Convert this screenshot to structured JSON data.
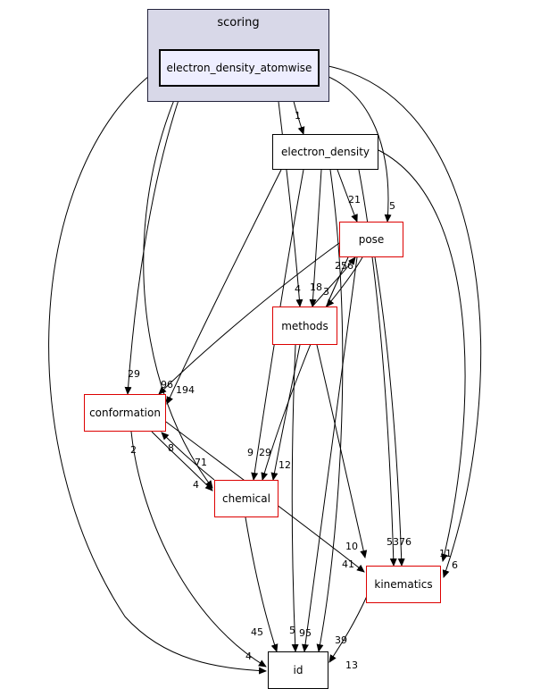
{
  "graph": {
    "cluster_label": "scoring",
    "nodes": {
      "atomwise": "electron_density_atomwise",
      "electron_density": "electron_density",
      "pose": "pose",
      "methods": "methods",
      "conformation": "conformation",
      "chemical": "chemical",
      "kinematics": "kinematics",
      "id": "id"
    },
    "colors": {
      "cluster_fill": "#d8d8e8",
      "inner_node_fill": "#eeeeff",
      "red_node_border": "#dd0000",
      "black_node_border": "#000000",
      "edge_color": "#000000"
    },
    "edge_labels": [
      "1",
      "21",
      "5",
      "256",
      "4",
      "18",
      "3",
      "29",
      "96",
      "194",
      "2",
      "8",
      "71",
      "4",
      "9",
      "29",
      "12",
      "10",
      "41",
      "53",
      "76",
      "11",
      "6",
      "45",
      "5",
      "95",
      "39",
      "4",
      "13"
    ]
  }
}
